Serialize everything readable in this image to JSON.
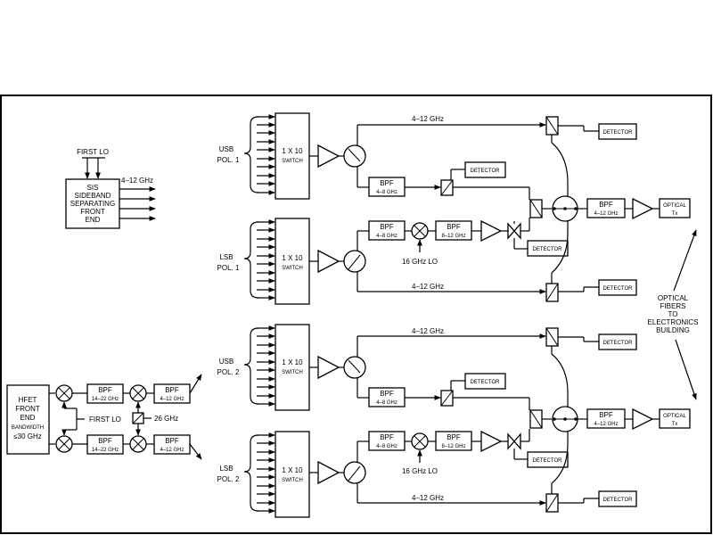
{
  "sis": {
    "first_lo": "FIRST LO",
    "band": "4–12 GHz",
    "lines": [
      "SIS",
      "SIDEBAND",
      "SEPARATING",
      "FRONT",
      "END"
    ]
  },
  "hfet": {
    "lines": [
      "HFET",
      "FRONT",
      "END",
      "BANDWIDTH",
      "≤30 GHz"
    ],
    "bpf_in": [
      "BPF",
      "14–22 GHz"
    ],
    "bpf_out": [
      "BPF",
      "4–12 GHz"
    ],
    "first_lo": "FIRST LO",
    "lo_freq": "26 GHz"
  },
  "channels": [
    {
      "sideband": "USB",
      "pol": "POL. 1",
      "switch": [
        "1 X 10",
        "SWITCH"
      ],
      "band": "4–12 GHz",
      "bpf": [
        "BPF",
        "4–8 GHz"
      ],
      "detector": "DETECTOR"
    },
    {
      "sideband": "LSB",
      "pol": "POL. 1",
      "switch": [
        "1 X 10",
        "SWITCH"
      ],
      "band": "4–12 GHz",
      "bpf": [
        "BPF",
        "4–8 GHz"
      ],
      "bpf2": [
        "BPF",
        "8–12 GHz"
      ],
      "lo": "16 GHz LO",
      "detector": "DETECTOR"
    },
    {
      "sideband": "USB",
      "pol": "POL. 2",
      "switch": [
        "1 X 10",
        "SWITCH"
      ],
      "band": "4–12 GHz",
      "bpf": [
        "BPF",
        "4–8 GHz"
      ],
      "detector": "DETECTOR"
    },
    {
      "sideband": "LSB",
      "pol": "POL. 2",
      "switch": [
        "1 X 10",
        "SWITCH"
      ],
      "band": "4–12 GHz",
      "bpf": [
        "BPF",
        "4–8 GHz"
      ],
      "bpf2": [
        "BPF",
        "8–12 GHz"
      ],
      "lo": "16 GHz LO",
      "detector": "DETECTOR"
    }
  ],
  "combiners": [
    {
      "bpf": [
        "BPF",
        "4–12 GHz"
      ],
      "tx": [
        "OPTICAL",
        "Tx"
      ],
      "detectors": [
        "DETECTOR",
        "DETECTOR",
        "DETECTOR"
      ]
    },
    {
      "bpf": [
        "BPF",
        "4–12 GHz"
      ],
      "tx": [
        "OPTICAL",
        "Tx"
      ],
      "detectors": [
        "DETECTOR",
        "DETECTOR",
        "DETECTOR"
      ]
    }
  ],
  "fibers_label": [
    "OPTICAL",
    "FIBERS",
    "TO",
    "ELECTRONICS",
    "BUILDING"
  ]
}
